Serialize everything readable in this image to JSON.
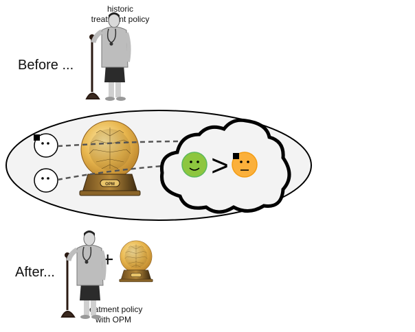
{
  "before": {
    "label": "Before ...",
    "caption_line1": "historic",
    "caption_line2": "treatment policy"
  },
  "after": {
    "label": "After...",
    "plus": "+",
    "caption_line1": "treatment policy",
    "caption_line2": "with OPM"
  },
  "crystal_ball": {
    "plaque_text": "OPM"
  },
  "comparison": {
    "operator": ">",
    "better_outcome": "happy-face",
    "worse_outcome": "neutral-face"
  },
  "colors": {
    "ellipse_fill": "#f3f3f3",
    "happy_face": "#8dc63f",
    "happy_face_border": "#5cb85c",
    "neutral_face": "#fbb03b",
    "neutral_face_border": "#f39c12",
    "arrow": "#555555",
    "globe_gold": "#e3b04b"
  }
}
